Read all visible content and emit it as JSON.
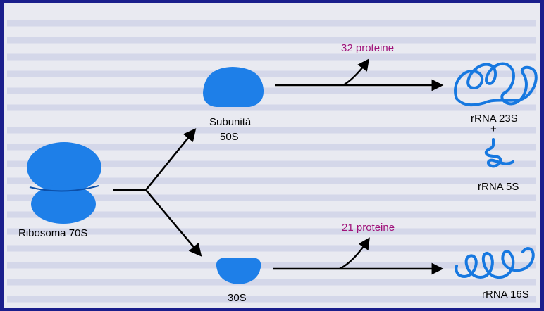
{
  "colors": {
    "frame": "#1a1e8c",
    "panel": "#e9eaf1",
    "blob": "#1e7fe8",
    "rna": "#1778e0",
    "arrow": "#000000",
    "proteine": "#a0127a"
  },
  "labels": {
    "ribosome": "Ribosoma 70S",
    "subunit_large_line1": "Subunità",
    "subunit_large_line2": "50S",
    "subunit_small": "30S",
    "proteins_large": "32 proteine",
    "proteins_small": "21 proteine",
    "rrna_23s": "rRNA 23S",
    "plus": "+",
    "rrna_5s": "rRNA 5S",
    "rrna_16s": "rRNA 16S"
  }
}
